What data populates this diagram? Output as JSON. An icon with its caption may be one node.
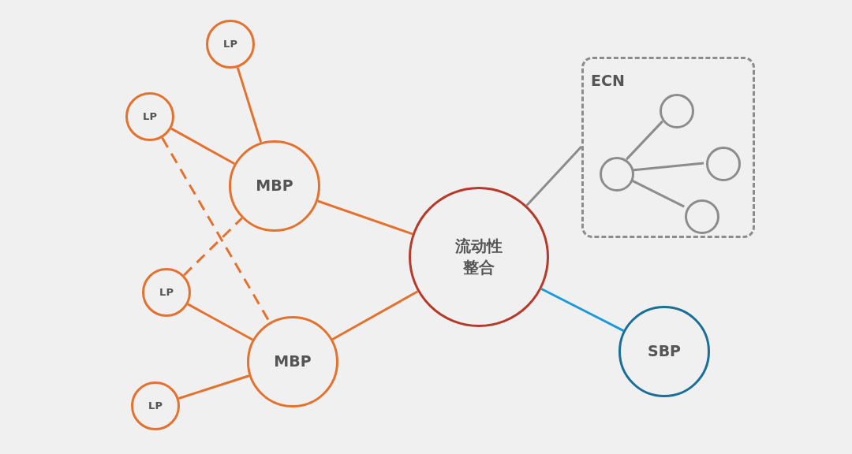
{
  "diagram": {
    "nodes": [
      {
        "text": [
          "LP"
        ]
      },
      {
        "text": [
          "LP"
        ]
      },
      {
        "text": [
          "MBP"
        ]
      },
      {
        "text": [
          "LP"
        ]
      },
      {
        "text": [
          "MBP"
        ]
      },
      {
        "text": [
          "LP"
        ]
      },
      {
        "text": [
          "流动性整合"
        ]
      },
      {
        "text": [
          "ECN"
        ]
      },
      {
        "text": [],
        "shape": "circle",
        "in": 7
      },
      {
        "text": [],
        "shape": "circle",
        "in": 7
      },
      {
        "text": [],
        "shape": "circle",
        "in": 7
      },
      {
        "text": [],
        "shape": "circle",
        "in": 7
      },
      {
        "text": [
          "SBP"
        ]
      }
    ],
    "edges": [
      {
        "from": 0,
        "to": 2,
        "arrow": "none"
      },
      {
        "from": 1,
        "to": 2,
        "arrow": "none"
      },
      {
        "from": 1,
        "to": 4,
        "arrow": "none",
        "style": "dashed"
      },
      {
        "from": 3,
        "to": 2,
        "arrow": "none",
        "style": "dashed"
      },
      {
        "from": 3,
        "to": 4,
        "arrow": "none"
      },
      {
        "from": 5,
        "to": 4,
        "arrow": "none"
      },
      {
        "from": 2,
        "to": 6,
        "arrow": "none"
      },
      {
        "from": 4,
        "to": 6,
        "arrow": "none"
      },
      {
        "from": 6,
        "to": 7,
        "arrow": "none",
        "color": "#8c8c8c"
      },
      {
        "from": 8,
        "to": 9,
        "arrow": "none",
        "color": "#8c8c8c"
      },
      {
        "from": 8,
        "to": 11,
        "arrow": "none",
        "color": "#8c8c8c"
      },
      {
        "from": 8,
        "to": 10,
        "arrow": "none",
        "color": "#8c8c8c"
      },
      {
        "from": 6,
        "to": 12,
        "arrow": "none",
        "color": "#1a9ad6"
      }
    ]
  }
}
